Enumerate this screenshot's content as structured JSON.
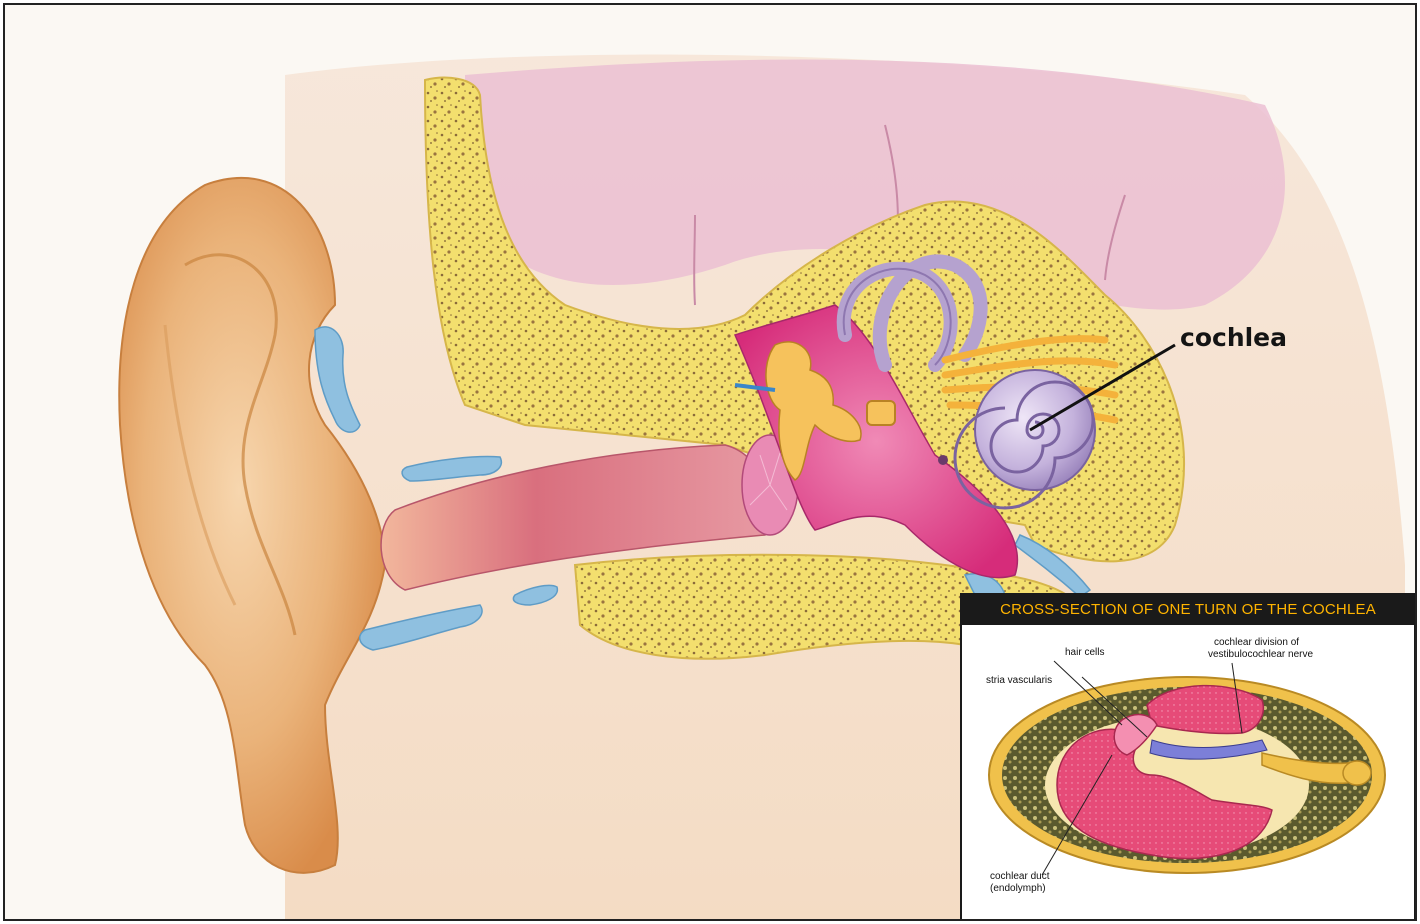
{
  "main_label": "cochlea",
  "inset": {
    "title": "CROSS-SECTION OF ONE TURN OF THE COCHLEA",
    "labels": {
      "hair_cells": "hair cells",
      "stria_vascularis": "stria vascularis",
      "cochlear_division_line1": "cochlear division of",
      "cochlear_division_line2": "vestibulocochlear nerve",
      "cochlear_duct_line1": "cochlear duct",
      "cochlear_duct_line2": "(endolymph)"
    }
  },
  "colors": {
    "bone": "#f3df6e",
    "bone_dots": "#8a6a3a",
    "skin": "#f0c89a",
    "ear_outer": "#e9a964",
    "canal": "#d77a86",
    "middle_ear": "#e03c86",
    "cochlea": "#b7a4cf",
    "cartilage_blue": "#8fc0e0",
    "nerve": "#f4b23b",
    "inset_title_bg": "#1a1a1a",
    "inset_title_text": "#ffb400"
  }
}
